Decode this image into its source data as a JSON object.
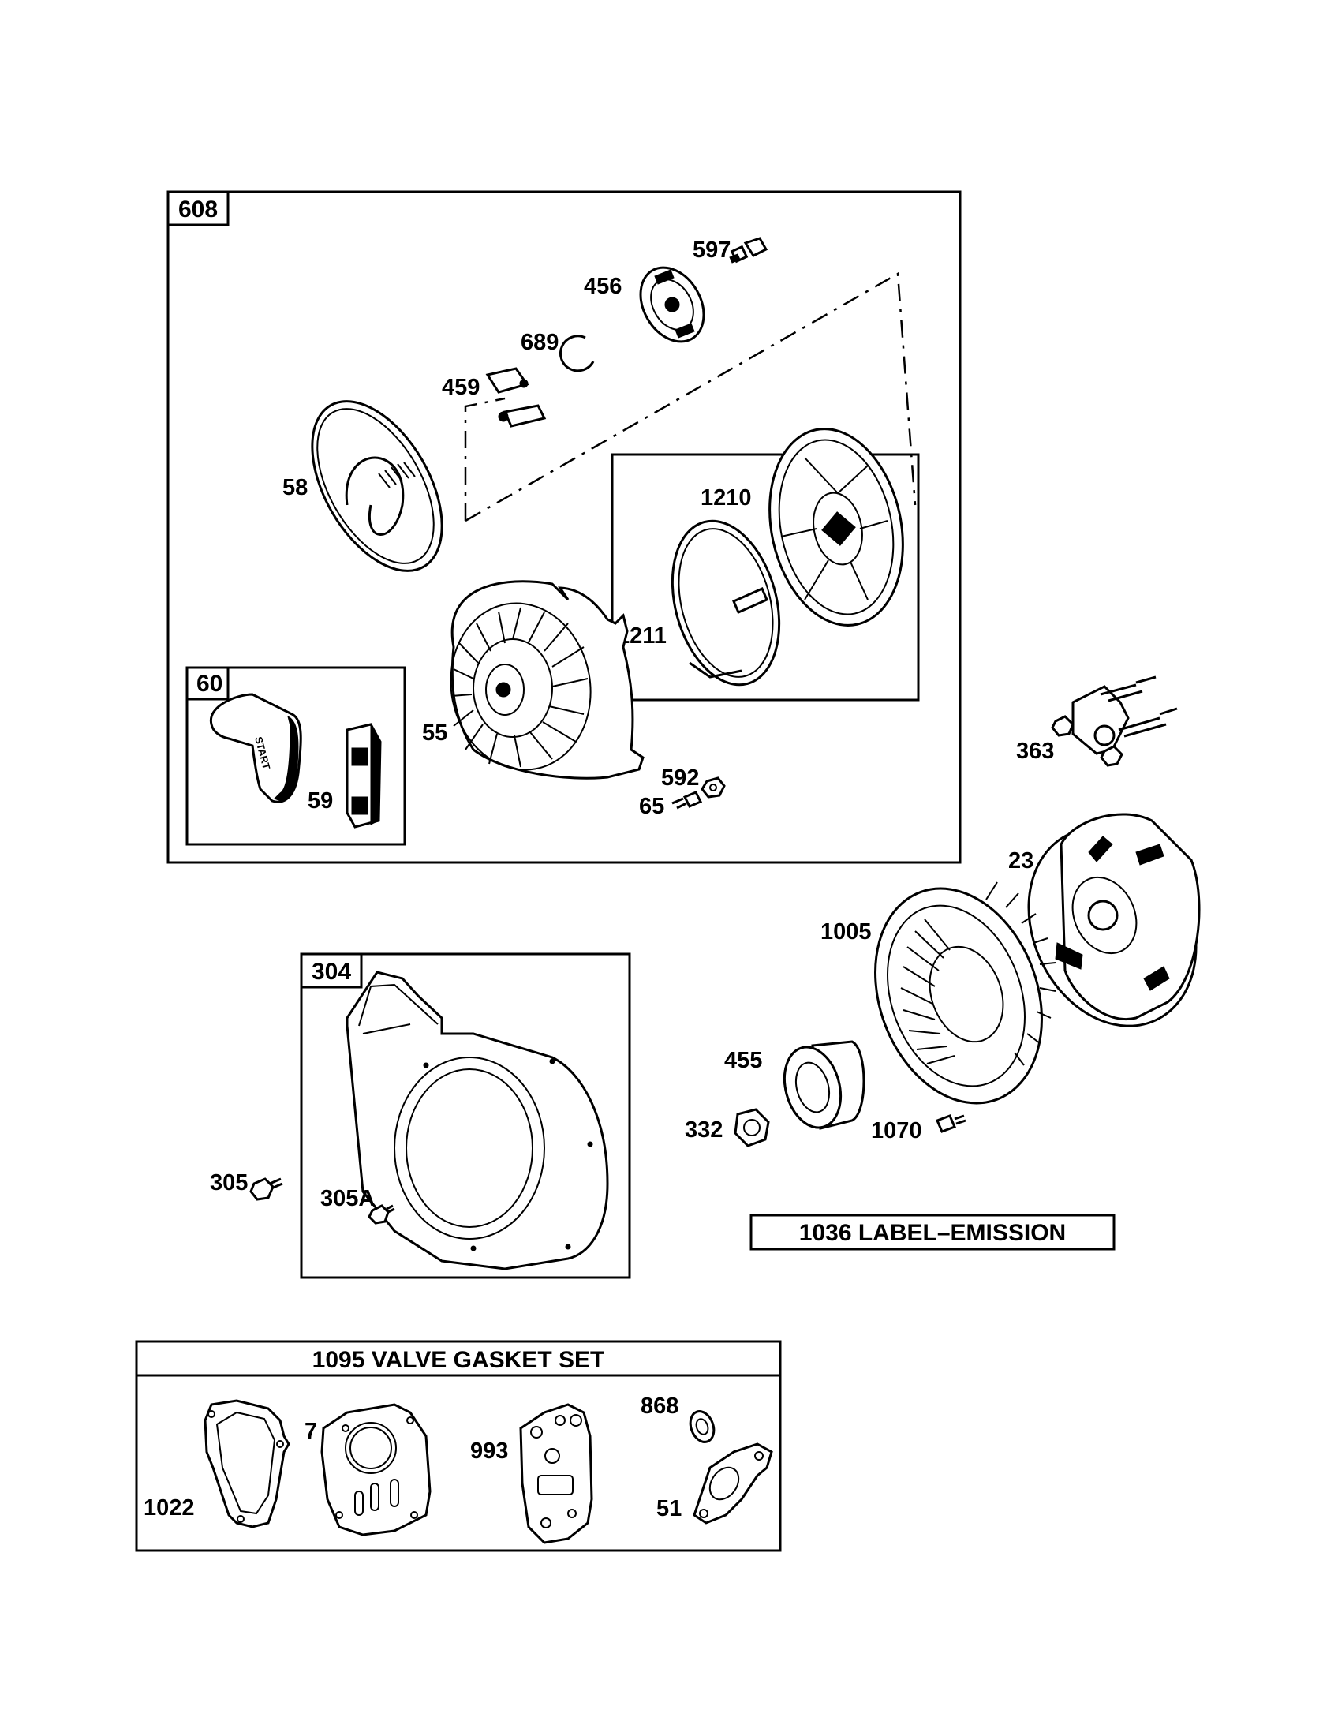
{
  "boxes": {
    "assembly_608": "608",
    "assembly_60": "60",
    "assembly_1210": "",
    "assembly_304": "304"
  },
  "banners": {
    "emission_label": "1036 LABEL–EMISSION",
    "valve_gasket_set": "1095 VALVE GASKET SET"
  },
  "callouts": {
    "p597": "597",
    "p456": "456",
    "p689": "689",
    "p459": "459",
    "p58": "58",
    "p1210": "1210",
    "p1211": "1211",
    "p55": "55",
    "p59": "59",
    "p592": "592",
    "p65": "65",
    "p363": "363",
    "p23": "23",
    "p1005": "1005",
    "p455": "455",
    "p332": "332",
    "p1070": "1070",
    "p305": "305",
    "p305A": "305A",
    "p1022": "1022",
    "p7": "7",
    "p993": "993",
    "p868": "868",
    "p51": "51"
  },
  "embossed_text": {
    "start": "START"
  }
}
